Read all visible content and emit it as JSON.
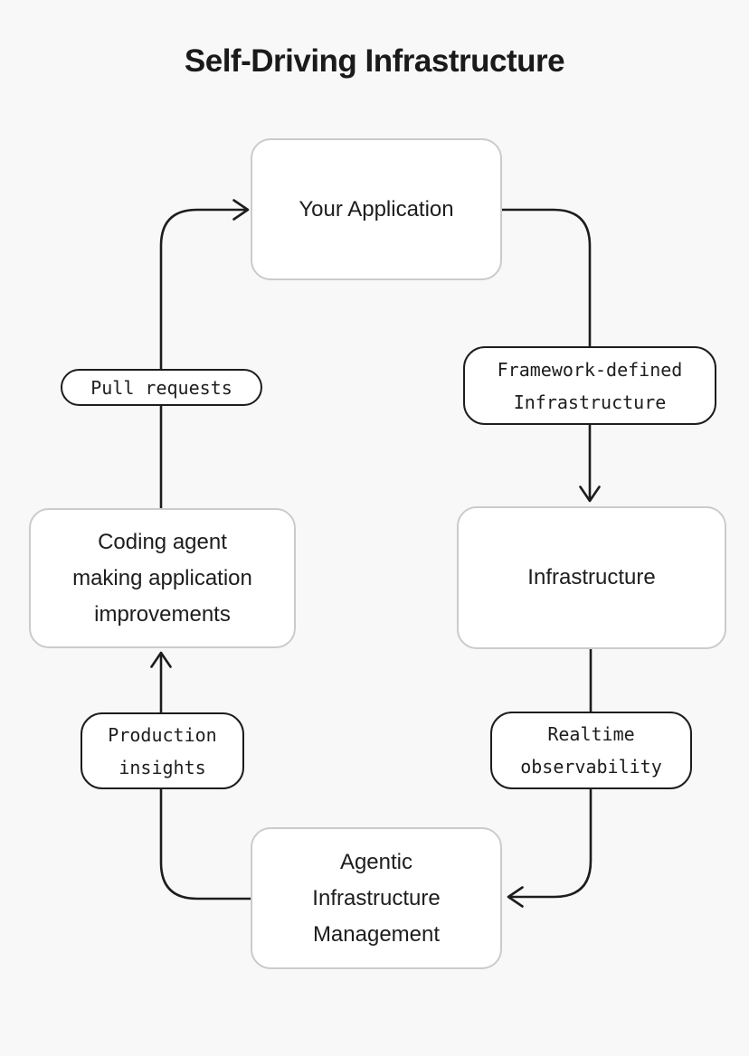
{
  "title": "Self-Driving Infrastructure",
  "nodes": {
    "app": {
      "label": "Your Application"
    },
    "infra": {
      "label": "Infrastructure"
    },
    "coding": {
      "label": "Coding agent\nmaking application\nimprovements"
    },
    "agentic": {
      "label": "Agentic\nInfrastructure\nManagement"
    }
  },
  "edge_labels": {
    "framework_defined": "Framework-defined\nInfrastructure",
    "pull_requests": "Pull requests",
    "production_insights": "Production\ninsights",
    "realtime_observability": "Realtime\nobservability"
  },
  "edges": [
    {
      "from": "Your Application",
      "to": "Infrastructure",
      "label": "Framework-defined Infrastructure"
    },
    {
      "from": "Infrastructure",
      "to": "Agentic Infrastructure Management",
      "label": "Realtime observability"
    },
    {
      "from": "Agentic Infrastructure Management",
      "to": "Coding agent making application improvements",
      "label": "Production insights"
    },
    {
      "from": "Coding agent making application improvements",
      "to": "Your Application",
      "label": "Pull requests"
    }
  ],
  "colors": {
    "background": "#f8f8f8",
    "node_fill": "#ffffff",
    "node_border": "#cbcbcb",
    "line": "#1d1d1d",
    "text": "#1d1d1d"
  }
}
